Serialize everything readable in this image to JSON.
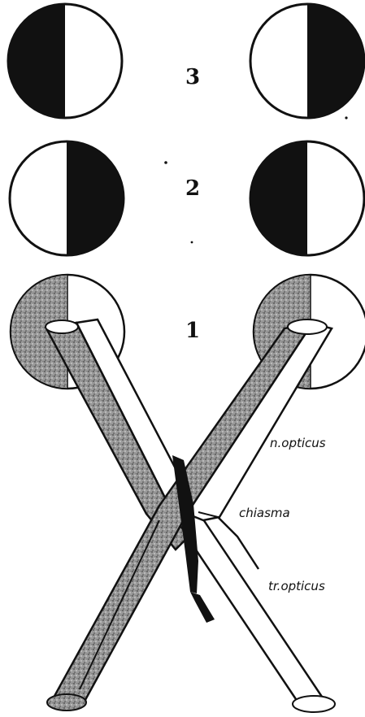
{
  "row_labels": {
    "row3": "3",
    "row2": "2",
    "row1": "1"
  },
  "anatomy_labels": {
    "optic_nerve": "n.opticus",
    "chiasm": "chiasma",
    "optic_tract": "tr.opticus"
  },
  "visual_fields": [
    {
      "row": "3",
      "left_eye_dark_half": "left",
      "right_eye_dark_half": "right"
    },
    {
      "row": "2",
      "left_eye_dark_half": "right",
      "right_eye_dark_half": "left"
    },
    {
      "row": "1",
      "left_eye_dark_half": "left (stippled)",
      "right_eye_dark_half": "left (stippled)"
    }
  ],
  "colors": {
    "ink": "#111111",
    "paper": "#ffffff",
    "stipple": "#8a8a8a"
  }
}
